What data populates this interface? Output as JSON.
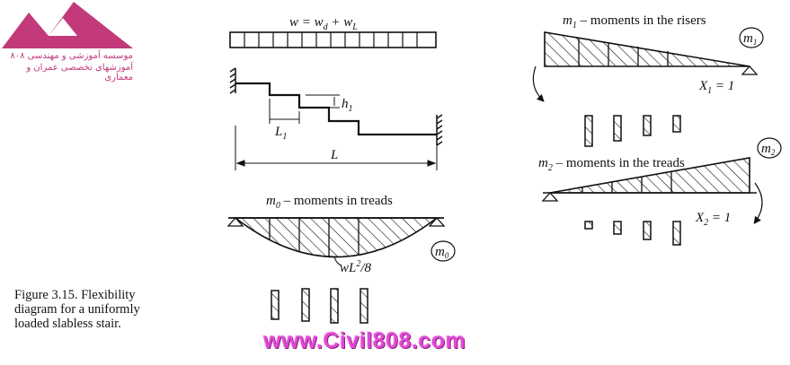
{
  "logo": {
    "line1": "موسسه آموزشی و مهندسی ۸۰۸",
    "line2": "آموزشهای تخصصی عمران و معماری",
    "color": "#c23a7a"
  },
  "labels": {
    "load": "w = w",
    "load_sub_d": "d",
    "load_plus": " + w",
    "load_sub_l": "L",
    "h1": "h",
    "h1_sub": "1",
    "l1": "L",
    "l1_sub": "1",
    "span": "L",
    "m0_title_m": "m",
    "m0_title_sub": "0",
    "m0_title_rest": " – moments in treads",
    "m0_value_w": "wL",
    "m0_value_sup": "2",
    "m0_value_rest": "/8",
    "m0_tag": "m",
    "m0_tag_sub": "0",
    "m1_title_m": "m",
    "m1_title_sub": "1",
    "m1_title_rest": " – moments in the risers",
    "m1_tag": "m",
    "m1_tag_sub": "1",
    "x1": "X",
    "x1_sub": "1",
    "x1_rest": " = 1",
    "m2_title_m": "m",
    "m2_title_sub": "2",
    "m2_title_rest": " – moments in the treads",
    "m2_tag": "m",
    "m2_tag_sub": "2",
    "x2": "X",
    "x2_sub": "2",
    "x2_rest": " = 1"
  },
  "caption": {
    "line1": "Figure 3.15. Flexibility",
    "line2": "diagram for a uniformly",
    "line3": "loaded slabless stair."
  },
  "watermark": "www.Civil808.com",
  "colors": {
    "ink": "#111111",
    "watermark": "#e04ad4",
    "logo": "#c23a7a"
  }
}
